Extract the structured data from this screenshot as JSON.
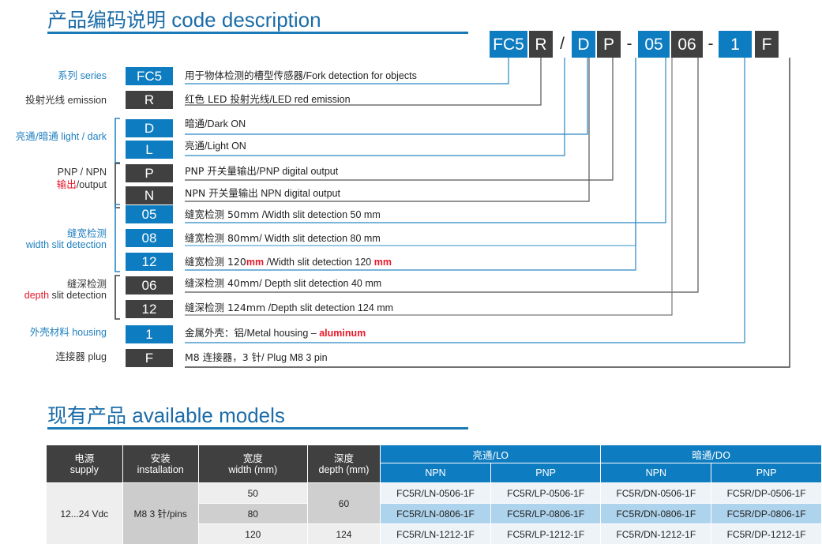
{
  "sections": {
    "code_description": {
      "cn": "产品编码说明",
      "en": "code description"
    },
    "available_models": {
      "cn": "现有产品",
      "en": "available models"
    }
  },
  "colors": {
    "blue": "#0e7cc0",
    "dark": "#404040",
    "red": "#e8172a",
    "heading_blue": "#1b6ca8",
    "row_highlight": "#aed3ec"
  },
  "code_string": [
    {
      "text": "FC5",
      "style": "blue"
    },
    {
      "text": "R",
      "style": "dark"
    },
    {
      "text": "/",
      "style": "sep"
    },
    {
      "text": "D",
      "style": "blue"
    },
    {
      "text": "P",
      "style": "dark"
    },
    {
      "text": "-",
      "style": "sep"
    },
    {
      "text": "05",
      "style": "blue"
    },
    {
      "text": "06",
      "style": "dark"
    },
    {
      "text": "-",
      "style": "sep"
    },
    {
      "text": "1",
      "style": "blue"
    },
    {
      "text": "F",
      "style": "dark"
    }
  ],
  "rows": [
    {
      "label_cn": "系列",
      "label_en": "series",
      "label_color": "blue",
      "key": "FC5",
      "key_style": "blue",
      "desc_cn": "用于物体检测的槽型传感器",
      "desc_en": "/Fork detection for objects"
    },
    {
      "label_cn": "投射光线",
      "label_en": "emission",
      "label_color": "dark",
      "key": "R",
      "key_style": "dark",
      "desc_cn": "红色 LED 投射光线",
      "desc_en": "/LED red emission"
    },
    {
      "label_cn": "亮通/暗通",
      "label_en": "light / dark",
      "label_color": "blue",
      "key": "D",
      "key_style": "blue",
      "desc_cn": "暗通",
      "desc_en": "/Dark ON"
    },
    {
      "label_cn": "",
      "label_en": "",
      "label_color": "blue",
      "key": "L",
      "key_style": "blue",
      "desc_cn": "亮通",
      "desc_en": "/Light ON"
    },
    {
      "label_cn": "输出",
      "label_en": "PNP / NPN",
      "label_color": "dark",
      "key": "P",
      "key_style": "dark",
      "desc_cn": "PNP 开关量输出",
      "desc_en": "/PNP digital output"
    },
    {
      "label_cn": "",
      "label_en": "",
      "label_color": "dark",
      "key": "N",
      "key_style": "dark",
      "desc_cn": "NPN 开关量输出",
      "desc_en": " NPN digital output"
    },
    {
      "label_cn": "缝宽检测",
      "label_en": "width slit detection",
      "label_color": "blue",
      "key": "05",
      "key_style": "blue",
      "desc_cn": "缝宽检测 50mm",
      "desc_en": " /Width slit detection 50 mm"
    },
    {
      "label_cn": "",
      "label_en": "",
      "label_color": "blue",
      "key": "08",
      "key_style": "blue",
      "desc_cn": "缝宽检测 80mm",
      "desc_en": "/ Width slit detection 80 mm"
    },
    {
      "label_cn": "",
      "label_en": "",
      "label_color": "blue",
      "key": "12",
      "key_style": "blue",
      "desc_cn": "缝宽检测 120",
      "desc_en": " /Width slit detection 120 ",
      "red1": "mm",
      "red2": "mm"
    },
    {
      "label_cn": "缝深检测",
      "label_en": "depth slit detection",
      "label_color": "dark",
      "key": "06",
      "key_style": "dark",
      "desc_cn": "缝深检测 40mm",
      "desc_en": "/ Depth slit detection 40 mm"
    },
    {
      "label_cn": "",
      "label_en": "",
      "label_color": "dark",
      "key": "12",
      "key_style": "dark",
      "desc_cn": "缝深检测 124mm",
      "desc_en": " /Depth slit detection 124 mm"
    },
    {
      "label_cn": "外壳材料",
      "label_en": "housing",
      "label_color": "blue",
      "key": "1",
      "key_style": "blue",
      "desc_cn": "金属外壳：铝",
      "desc_en": "/Metal housing – ",
      "red2": "aluminum"
    },
    {
      "label_cn": "连接器",
      "label_en": "plug",
      "label_color": "dark",
      "key": "F",
      "key_style": "dark",
      "desc_cn": "M8 连接器，3 针",
      "desc_en": "/ Plug M8 3 pin"
    }
  ],
  "labels": {
    "series": {
      "cn": "系列",
      "en": "series"
    },
    "emission": {
      "cn": "投射光线",
      "en": "emission"
    },
    "lightdark": {
      "cn": "亮通/暗通",
      "en": "light / dark"
    },
    "pnpnpn_line1": "PNP / NPN",
    "pnpnpn_cn": "输出",
    "pnpnpn_en": "/output",
    "width": {
      "cn": "缝宽检测",
      "en": "width slit detection"
    },
    "depth": {
      "cn": "缝深检测",
      "en_red": "depth",
      "en": " slit detection"
    },
    "housing": {
      "cn": "外壳材料",
      "en": "housing"
    },
    "plug": {
      "cn": "连接器",
      "en": "plug"
    }
  },
  "descriptions": {
    "d0_cn": "用于物体检测的槽型传感器",
    "d0_en": "/Fork detection for objects",
    "d1_cn": "红色 LED 投射光线",
    "d1_en": "/LED red emission",
    "d2_cn": "暗通",
    "d2_en": "/Dark ON",
    "d3_cn": "亮通",
    "d3_en": "/Light ON",
    "d4_cn": "PNP 开关量输出",
    "d4_en": "/PNP digital output",
    "d5_cn": "NPN 开关量输出",
    "d5_en": " NPN digital output",
    "d6_cn": "缝宽检测 50mm",
    "d6_en": " /Width slit detection 50 mm",
    "d7_cn": "缝宽检测 80mm",
    "d7_en": "/ Width slit detection 80 mm",
    "d8_cn": "缝宽检测 120",
    "d8_red": "mm",
    "d8_en": " /Width slit detection 120 ",
    "d8_red2": "mm",
    "d9_cn": "缝深检测 40mm",
    "d9_en": "/ Depth slit detection 40 mm",
    "d10_cn": "缝深检测 124mm",
    "d10_en": " /Depth slit detection 124 mm",
    "d11_cn": "金属外壳：铝",
    "d11_en": "/Metal housing – ",
    "d11_red": "aluminum",
    "d12_cn": "M8 连接器，3 针",
    "d12_en": "/ Plug M8 3 pin"
  },
  "table": {
    "headers": {
      "supply_cn": "电源",
      "supply_en": "supply",
      "installation_cn": "安装",
      "installation_en": "installation",
      "width_cn": "宽度",
      "width_en": "width (mm)",
      "depth_cn": "深度",
      "depth_en": "depth (mm)",
      "group_lo": "亮通/LO",
      "group_do": "暗通/DO",
      "npn": "NPN",
      "pnp": "PNP"
    },
    "supply": "12...24 Vdc",
    "installation_a": "M8 3 ",
    "installation_cn": "针",
    "installation_b": "/pins",
    "rows": [
      {
        "width": "50",
        "depth": "60",
        "lo_npn": "FC5R/LN-0506-1F",
        "lo_pnp": "FC5R/LP-0506-1F",
        "do_npn": "FC5R/DN-0506-1F",
        "do_pnp": "FC5R/DP-0506-1F"
      },
      {
        "width": "80",
        "depth": "",
        "lo_npn": "FC5R/LN-0806-1F",
        "lo_pnp": "FC5R/LP-0806-1F",
        "do_npn": "FC5R/DN-0806-1F",
        "do_pnp": "FC5R/DP-0806-1F"
      },
      {
        "width": "120",
        "depth": "124",
        "lo_npn": "FC5R/LN-1212-1F",
        "lo_pnp": "FC5R/LP-1212-1F",
        "do_npn": "FC5R/DN-1212-1F",
        "do_pnp": "FC5R/DP-1212-1F"
      }
    ]
  }
}
